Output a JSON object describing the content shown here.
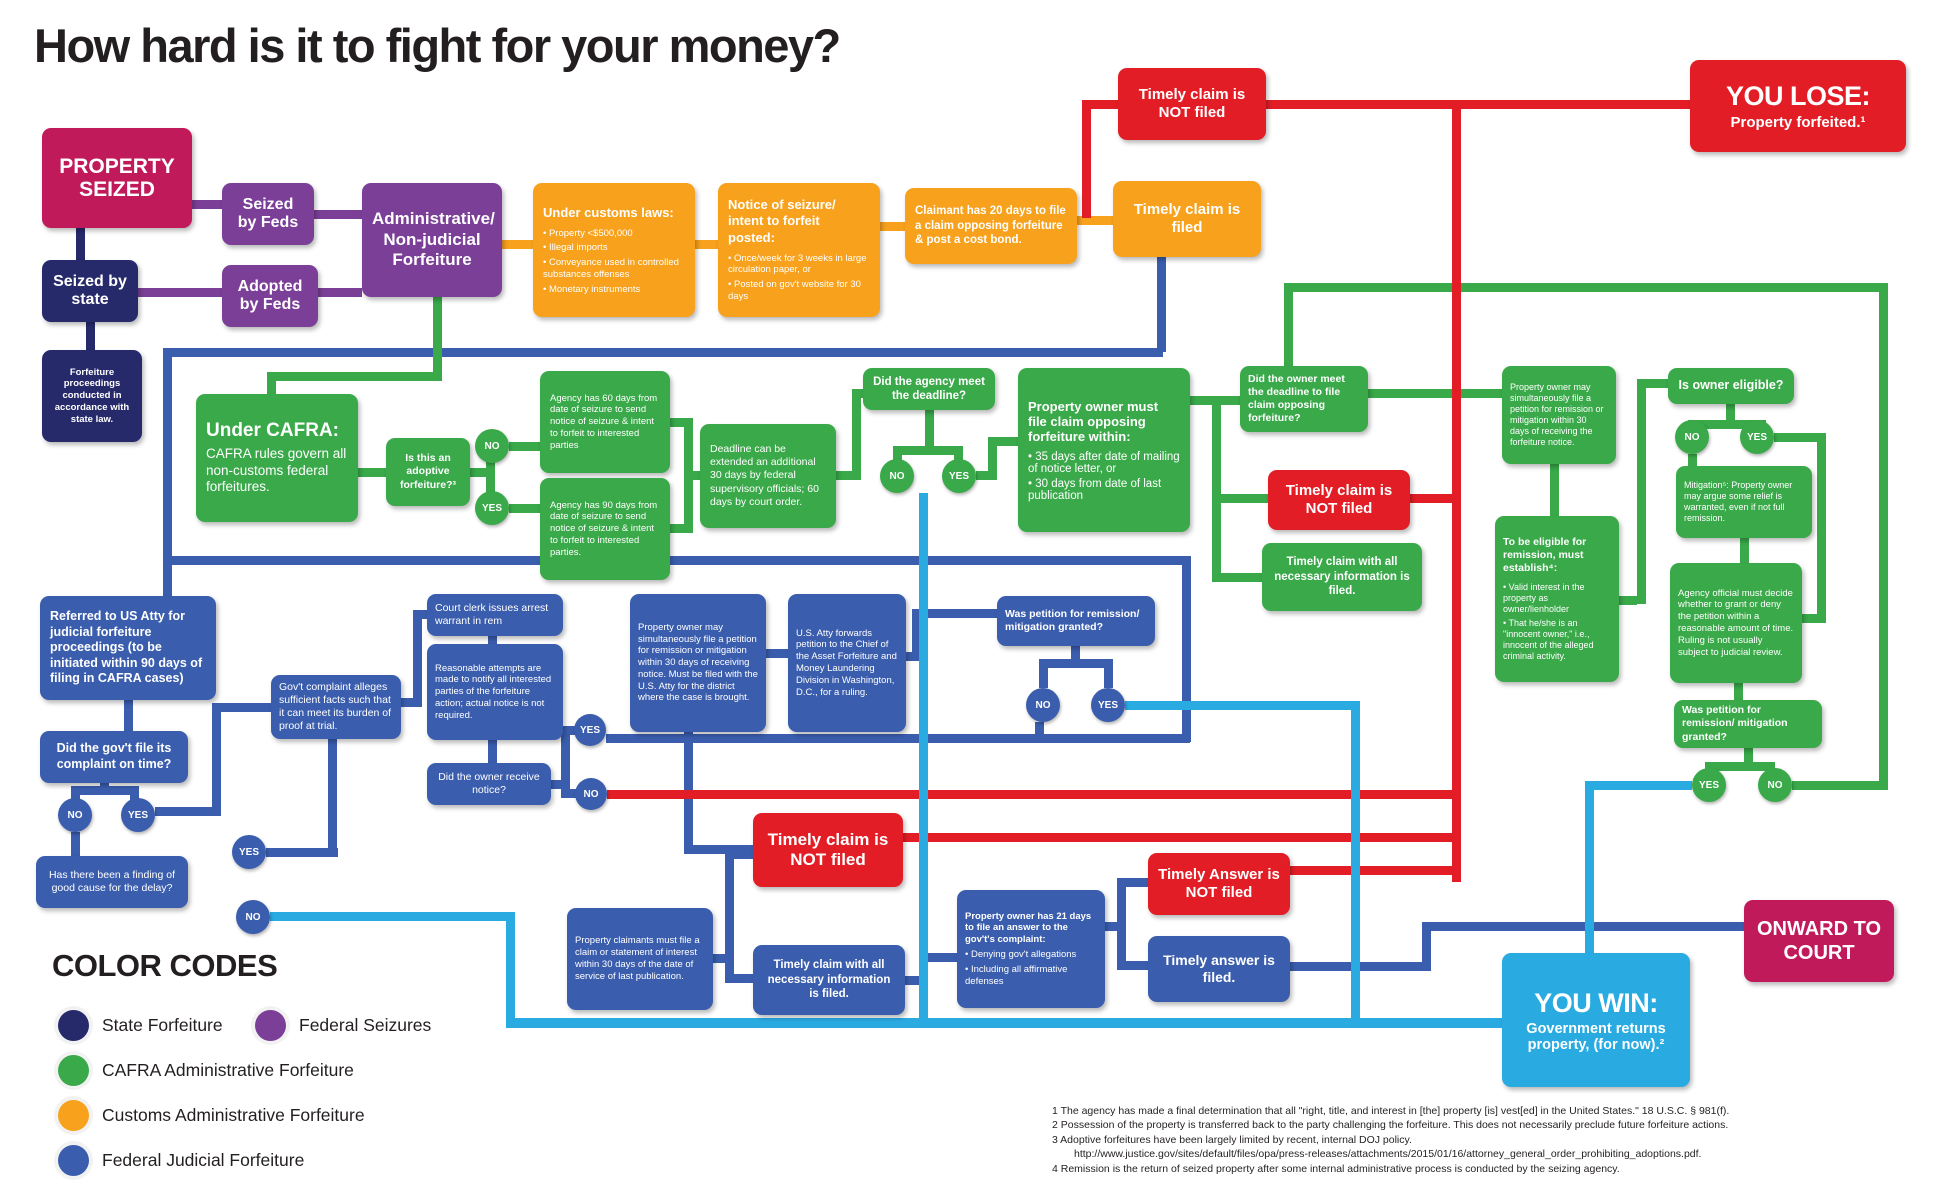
{
  "title": "How hard is it to fight for your money?",
  "labels": {
    "yes": "YES",
    "no": "NO"
  },
  "colors": {
    "state_navy": "#262a6b",
    "federal_seizure_purple": "#7b3f98",
    "cafra_green": "#39a949",
    "customs_orange": "#f7a11c",
    "judicial_blue": "#3a5dae",
    "lose_red": "#e21d25",
    "win_cyan": "#29abe2",
    "endpoint_magenta": "#c01a5b",
    "text_black": "#231f20"
  },
  "nodes": {
    "property_seized": "PROPERTY SEIZED",
    "seized_feds": "Seized by Feds",
    "seized_state": "Seized by state",
    "adopted_feds": "Adopted by Feds",
    "admin": "Administrative/ Non-judicial Forfeiture",
    "under_customs": {
      "title": "Under customs laws:",
      "bullets": [
        "• Property <$500,000",
        "• Illegal imports",
        "• Conveyance used in controlled substances offenses",
        "• Monetary instruments"
      ]
    },
    "notice": {
      "title": "Notice of seizure/ intent to forfeit posted:",
      "bullets": [
        "• Once/week for 3 weeks in large circulation paper, or",
        "• Posted on gov't website for 30 days"
      ]
    },
    "claimant_20": "Claimant has 20 days to file a claim opposing forfeiture & post a cost bond.",
    "timely_nf1": "Timely claim is NOT filed",
    "timely_filed": "Timely claim is filed",
    "you_lose": {
      "head": "YOU LOSE:",
      "sub": "Property forfeited.¹"
    },
    "forfeiture_proc": "Forfeiture proceedings conducted in accordance with state law.",
    "under_cafra": {
      "head": "Under CAFRA:",
      "body": "CAFRA rules govern all non-customs federal forfeitures."
    },
    "adoptive_q": "Is this an adoptive forfeiture?³",
    "agency60": "Agency has 60 days from date of seizure to send notice of seizure & intent to forfeit to interested parties",
    "agency90": "Agency has 90 days from date of seizure to send notice of seizure & intent to forfeit to interested parties.",
    "deadline_ext": "Deadline can be extended an additional 30 days by federal supervisory officials; 60 days by court order.",
    "agency_deadline_q": "Did the agency meet the deadline?",
    "owner_must_file": {
      "title": "Property owner must file claim opposing forfeiture within:",
      "bullets": [
        "• 35 days after date of mailing of notice letter, or",
        "• 30 days from date of last publication"
      ]
    },
    "owner_deadline_q": "Did the owner meet the deadline to file claim opposing forfeiture?",
    "timely_nf2": "Timely claim is NOT filed",
    "timely_info_green": "Timely claim with all necessary information is filed.",
    "owner_remission": "Property owner may simultaneously file a petition for remission or mitigation within 30 days of receiving the forfeiture notice.",
    "owner_eligible_q": "Is owner eligible?",
    "mitigation": "Mitigation⁵: Property owner may argue some relief is warranted, even if not full remission.",
    "remission_eligible": {
      "title": "To be eligible for remission, must establish⁴:",
      "bullets": [
        "• Valid interest in the property as owner/lienholder",
        "• That he/she is an \"innocent owner,\" i.e., innocent of the alleged criminal activity."
      ]
    },
    "agency_official": "Agency official must decide whether to grant or deny the petition within a reasonable amount of time. Ruling is not usually subject to judicial review.",
    "remission_granted_qg": "Was petition for remission/ mitigation granted?",
    "referred_atty": "Referred to US Atty for judicial forfeiture proceedings (to be initiated within 90 days of filing in CAFRA cases)",
    "complaint_q": "Did the gov't file its complaint on time?",
    "good_cause_q": "Has there been a finding of good cause for the delay?",
    "govt_complaint": "Gov't complaint alleges sufficient facts such that it can meet its burden of proof at trial.",
    "court_clerk": "Court clerk issues arrest warrant in rem",
    "reasonable": "Reasonable attempts are made to notify all interested parties of the forfeiture action; actual notice is not required.",
    "notice_q": "Did the owner receive notice?",
    "owner_petition": "Property owner may simultaneously file a petition for remission or mitigation within 30 days of receiving notice. Must be filed with the U.S. Atty for the district where the case is brought.",
    "atty_forwards": "U.S. Atty forwards petition to the Chief of the Asset Forfeiture and Money Laundering Division in Washington, D.C., for a ruling.",
    "remission_granted_qb": "Was petition for remission/ mitigation granted?",
    "timely_nf3": "Timely claim is NOT filed",
    "claimants_file": "Property claimants must file a claim or statement of interest within 30 days of the date of service of last publication.",
    "timely_info_blue": "Timely claim with all necessary information is filed.",
    "owner_21": {
      "title": "Property owner has 21 days to file an answer to the gov't's complaint:",
      "bullets": [
        "• Denying gov't allegations",
        "• Including all affirmative defenses"
      ]
    },
    "answer_nf": "Timely Answer is NOT filed",
    "answer_filed": "Timely answer is filed.",
    "you_win": {
      "head": "YOU WIN:",
      "sub": "Government returns property, (for now).²"
    },
    "onward": "ONWARD TO COURT"
  },
  "legend": {
    "heading": "COLOR CODES",
    "items": [
      {
        "label": "State Forfeiture",
        "color": "#262a6b"
      },
      {
        "label": "Federal Seizures",
        "color": "#7b3f98"
      },
      {
        "label": "CAFRA Administrative Forfeiture",
        "color": "#39a949"
      },
      {
        "label": "Customs Administrative Forfeiture",
        "color": "#f7a11c"
      },
      {
        "label": "Federal Judicial Forfeiture",
        "color": "#3a5dae"
      }
    ]
  },
  "footnotes": [
    "1  The agency has made a final determination that all \"right, title, and interest in [the] property [is] vest[ed] in the United States.\" 18 U.S.C.  § 981(f).",
    "2  Possession of the property is transferred back to the party challenging the forfeiture.  This does not necessarily preclude future forfeiture actions.",
    "3  Adoptive forfeitures have been largely limited by recent, internal DOJ policy.",
    "http://www.justice.gov/sites/default/files/opa/press-releases/attachments/2015/01/16/attorney_general_order_prohibiting_adoptions.pdf.",
    "4  Remission is the return of seized property after some internal administrative process is conducted by the seizing agency."
  ]
}
